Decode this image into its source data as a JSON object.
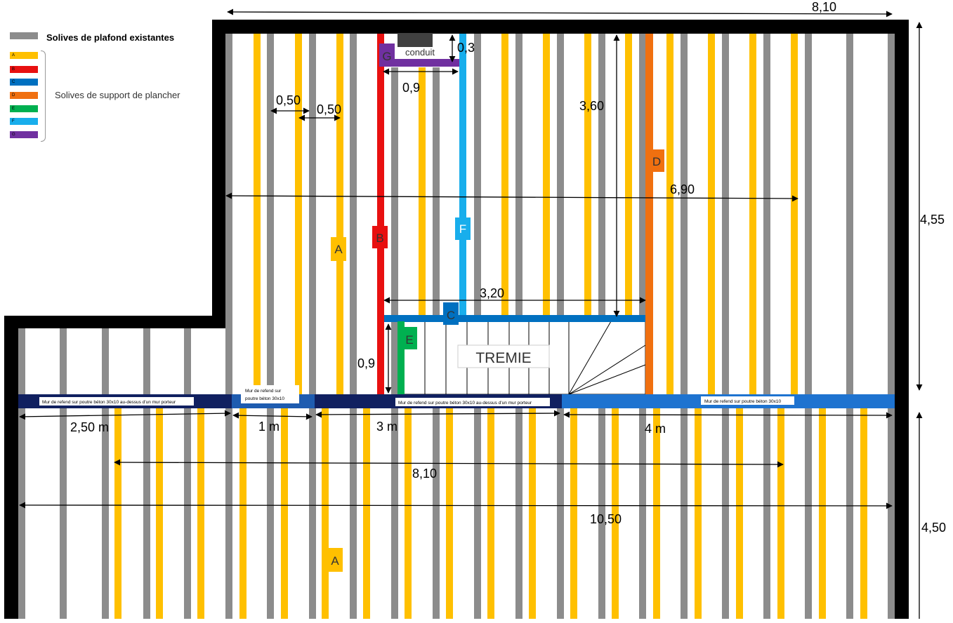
{
  "legend": {
    "title": "Solives de plafond existantes",
    "group_label": "Solives de support de plancher",
    "items": [
      {
        "letter": "A",
        "color": "#FFC000"
      },
      {
        "letter": "B",
        "color": "#E81010"
      },
      {
        "letter": "C",
        "color": "#0070C0"
      },
      {
        "letter": "D",
        "color": "#F07010"
      },
      {
        "letter": "E",
        "color": "#00B050"
      },
      {
        "letter": "F",
        "color": "#18AEEC"
      },
      {
        "letter": "G",
        "color": "#7030A0"
      }
    ],
    "existing_color": "#8C8C8C"
  },
  "colors": {
    "wall": "#000000",
    "existing_joist": "#8C8C8C",
    "yellow": "#FFC000",
    "red": "#E81010",
    "blue": "#0070C0",
    "orange": "#F07010",
    "green": "#00B050",
    "cyan": "#18AEEC",
    "purple": "#7030A0",
    "beam_dark": "#102060",
    "beam_mid": "#1E5CB0",
    "beam_light": "#1E73D0"
  },
  "labels": {
    "A_top": "A",
    "A_bottom": "A",
    "B": "B",
    "C": "C",
    "D": "D",
    "E": "E",
    "F": "F",
    "G": "G",
    "conduit": "conduit",
    "tremie": "TREMIE"
  },
  "dimensions": {
    "top_width": "8,10",
    "right_upper": "4,55",
    "right_lower": "4,50",
    "sp1": "0,50",
    "sp2": "0,50",
    "g_width": "0,9",
    "conduit_h": "0,3",
    "d_height": "3,60",
    "width_690": "6,90",
    "stair_width": "3,20",
    "stair_depth": "0,9",
    "seg1": "2,50 m",
    "seg2": "1 m",
    "seg3": "3 m",
    "seg4": "4 m",
    "lower_810": "8,10",
    "total": "10,50"
  },
  "beams": {
    "label1": "Mur de refend  sur poutre béton 30x10 au-dessus d'un mur porteur",
    "label2_line1": "Mur de refend sur",
    "label2_line2": "poutre béton 30x10",
    "label3": "Mur de refend  sur poutre béton 30x10 au-dessus d'un mur porteur",
    "label4": "Mur de refend sur poutre béton 30x10"
  }
}
